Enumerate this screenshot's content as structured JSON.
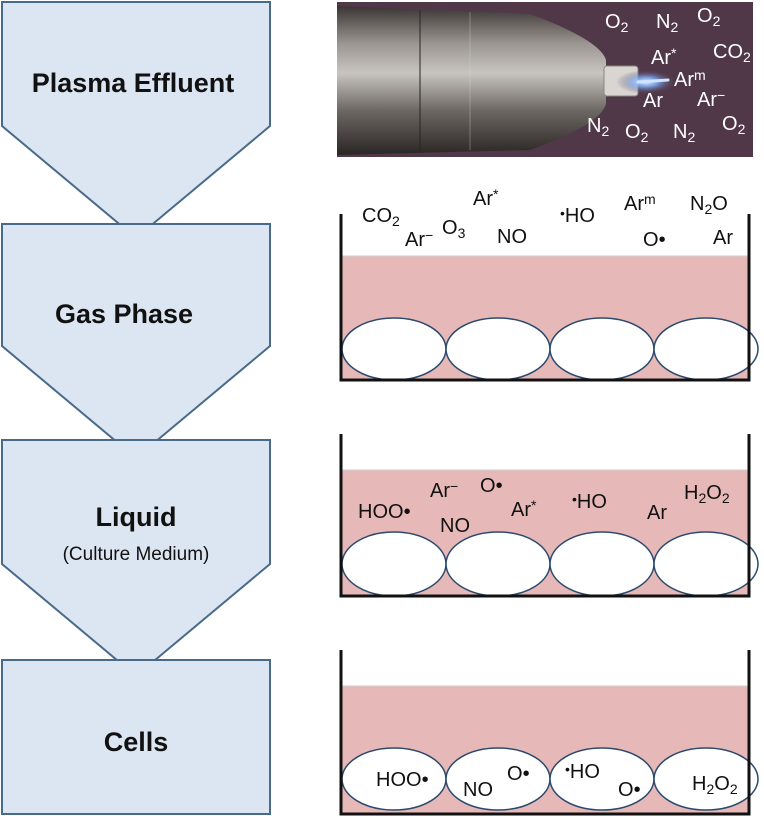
{
  "stages": [
    {
      "title": "Plasma Effluent",
      "subtitle": ""
    },
    {
      "title": "Gas Phase",
      "subtitle": ""
    },
    {
      "title": "Liquid",
      "subtitle": "(Culture Medium)"
    },
    {
      "title": "Cells",
      "subtitle": ""
    }
  ],
  "species": {
    "photo": [
      {
        "base": "O",
        "sub": "2"
      },
      {
        "base": "N",
        "sub": "2"
      },
      {
        "base": "O",
        "sub": "2"
      },
      {
        "base": "Ar",
        "sup": "*"
      },
      {
        "base": "CO",
        "sub": "2"
      },
      {
        "base": "Ar",
        "sup": "m"
      },
      {
        "base": "Ar"
      },
      {
        "base": "Ar",
        "sup": "−"
      },
      {
        "base": "N",
        "sub": "2"
      },
      {
        "base": "O",
        "sub": "2"
      },
      {
        "base": "N",
        "sub": "2"
      },
      {
        "base": "O",
        "sub": "2"
      }
    ],
    "gas": [
      {
        "base": "CO",
        "sub": "2"
      },
      {
        "base": "Ar",
        "sup": "−"
      },
      {
        "base": "O",
        "sub": "3"
      },
      {
        "base": "Ar",
        "sup": "*"
      },
      {
        "base": "NO"
      },
      {
        "pre": "•",
        "base": "HO"
      },
      {
        "base": "Ar",
        "sup": "m"
      },
      {
        "base": "O",
        "post": "•"
      },
      {
        "base": "N",
        "sub": "2",
        "tail": "O"
      },
      {
        "base": "Ar"
      }
    ],
    "liquid": [
      {
        "base": "HOO",
        "post": "•"
      },
      {
        "base": "Ar",
        "sup": "−"
      },
      {
        "base": "NO"
      },
      {
        "base": "O",
        "post": "•"
      },
      {
        "base": "Ar",
        "sup": "*"
      },
      {
        "pre": "•",
        "base": "HO"
      },
      {
        "base": "Ar"
      },
      {
        "base": "H",
        "sub": "2",
        "tail": "O",
        "sub2": "2"
      }
    ],
    "cells": [
      {
        "base": "HOO",
        "post": "•"
      },
      {
        "base": "NO"
      },
      {
        "base": "O",
        "post": "•"
      },
      {
        "pre": "•",
        "base": "HO"
      },
      {
        "base": "O",
        "post": "•"
      },
      {
        "base": "H",
        "sub": "2",
        "tail": "O",
        "sub2": "2"
      }
    ]
  },
  "colors": {
    "arrow_fill": "#dce6f2",
    "arrow_stroke": "#4a6a8a",
    "medium": "#e6b9b8",
    "cell_fill": "#ffffff",
    "cell_stroke": "#2c4a6e",
    "container": "#111111"
  }
}
